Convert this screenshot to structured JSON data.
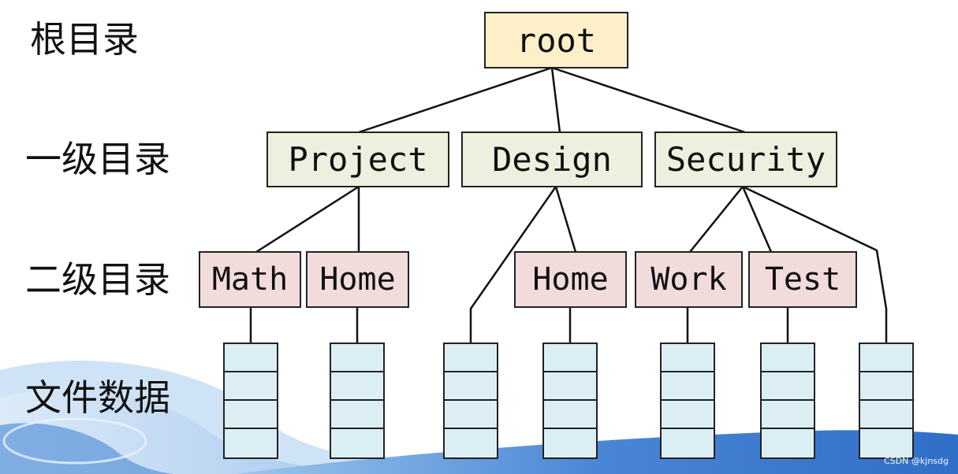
{
  "level_labels": {
    "root": "根目录",
    "level1": "一级目录",
    "level2": "二级目录",
    "files": "文件数据"
  },
  "nodes": {
    "root": "root",
    "project": "Project",
    "design": "Design",
    "security": "Security",
    "project_math": "Math",
    "project_home": "Home",
    "design_home": "Home",
    "security_work": "Work",
    "security_test": "Test"
  },
  "file_stack_slots": 4,
  "watermark": "CSDN @kjnsdg",
  "colors": {
    "root_fill": "#fdf0c8",
    "level1_fill": "#ebf1de",
    "level2_fill": "#f2dcdb",
    "file_fill": "#dbeef4",
    "wave_blue": "#3a7fd4"
  }
}
